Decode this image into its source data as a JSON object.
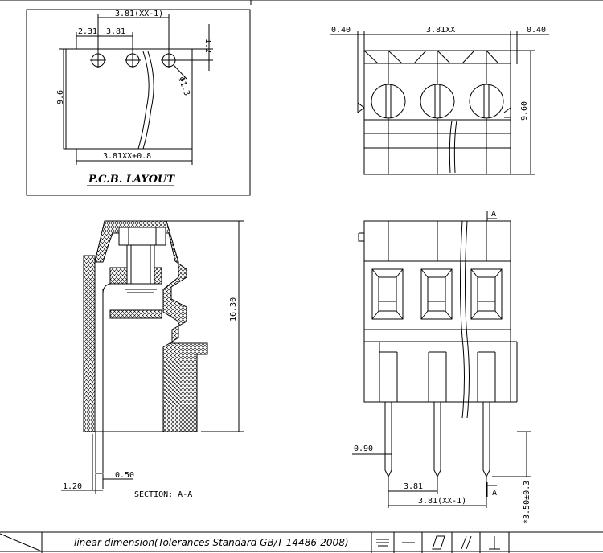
{
  "pcb_layout": {
    "title": "P.C.B. LAYOUT",
    "dim_pitch_total": "3.81(XX-1)",
    "dim_edge": "2.31",
    "dim_pitch": "3.81",
    "dim_top": "1.2",
    "dim_height": "9.6",
    "dim_hole": "Φ1.3",
    "dim_width": "3.81XX+0.8"
  },
  "front_view": {
    "dim_left": "0.40",
    "dim_pitch": "3.81XX",
    "dim_right": "0.40",
    "dim_height": "9.60"
  },
  "section_view": {
    "dim_height": "16.30",
    "dim_pin": "0.50",
    "dim_offset": "1.20",
    "label": "SECTION: A-A"
  },
  "top_view": {
    "section_marker_top": "A",
    "section_marker_bottom": "A",
    "dim_pin_width": "0.90",
    "dim_pitch": "3.81",
    "dim_pitch_total": "3.81(XX-1)",
    "dim_pin_length": "*3.50±0.3"
  },
  "title_block": {
    "tolerance_text": "linear dimension(Tolerances Standard GB/T 14486-2008)",
    "symbols": [
      "flatness-icon",
      "straightness-icon",
      "parallelogram-icon",
      "parallelism-icon",
      "perpendicularity-icon"
    ]
  }
}
